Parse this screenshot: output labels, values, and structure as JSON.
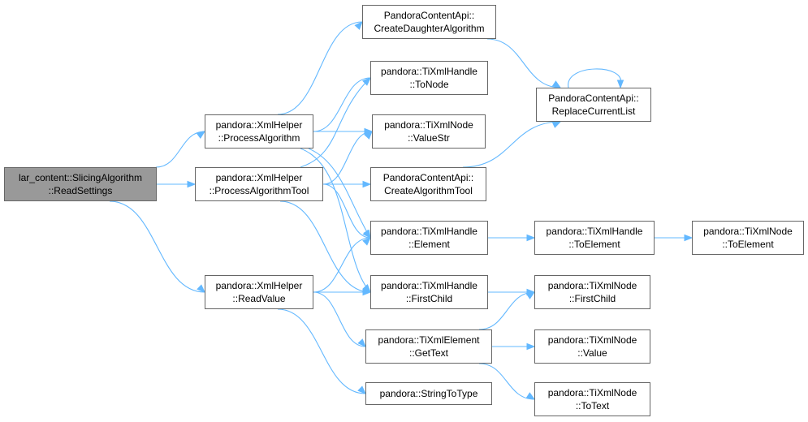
{
  "diagram": {
    "edge_color": "#63b8ff",
    "root_fill": "#999999",
    "node_border": "#666666",
    "nodes": [
      {
        "id": "slicing",
        "lines": [
          "lar_content::SlicingAlgorithm",
          "::ReadSettings"
        ],
        "root": true
      },
      {
        "id": "procalg",
        "lines": [
          "pandora::XmlHelper",
          "::ProcessAlgorithm"
        ]
      },
      {
        "id": "procalgtool",
        "lines": [
          "pandora::XmlHelper",
          "::ProcessAlgorithmTool"
        ]
      },
      {
        "id": "readvalue",
        "lines": [
          "pandora::XmlHelper",
          "::ReadValue"
        ]
      },
      {
        "id": "createdaughter",
        "lines": [
          "PandoraContentApi::",
          "CreateDaughterAlgorithm"
        ]
      },
      {
        "id": "tonode",
        "lines": [
          "pandora::TiXmlHandle",
          "::ToNode"
        ]
      },
      {
        "id": "valuestr",
        "lines": [
          "pandora::TiXmlNode",
          "::ValueStr"
        ]
      },
      {
        "id": "createalgtool",
        "lines": [
          "PandoraContentApi::",
          "CreateAlgorithmTool"
        ]
      },
      {
        "id": "element",
        "lines": [
          "pandora::TiXmlHandle",
          "::Element"
        ]
      },
      {
        "id": "firstchild",
        "lines": [
          "pandora::TiXmlHandle",
          "::FirstChild"
        ]
      },
      {
        "id": "gettext",
        "lines": [
          "pandora::TiXmlElement",
          "::GetText"
        ]
      },
      {
        "id": "stringtotype",
        "lines": [
          "pandora::StringToType"
        ]
      },
      {
        "id": "replacelist",
        "lines": [
          "PandoraContentApi::",
          "ReplaceCurrentList"
        ]
      },
      {
        "id": "handletoelement",
        "lines": [
          "pandora::TiXmlHandle",
          "::ToElement"
        ]
      },
      {
        "id": "nodetoelement",
        "lines": [
          "pandora::TiXmlNode",
          "::ToElement"
        ]
      },
      {
        "id": "nodefirstchild",
        "lines": [
          "pandora::TiXmlNode",
          "::FirstChild"
        ]
      },
      {
        "id": "nodevalue",
        "lines": [
          "pandora::TiXmlNode",
          "::Value"
        ]
      },
      {
        "id": "nodetotext",
        "lines": [
          "pandora::TiXmlNode",
          "::ToText"
        ]
      }
    ],
    "edges": [
      [
        "slicing",
        "procalg"
      ],
      [
        "slicing",
        "procalgtool"
      ],
      [
        "slicing",
        "readvalue"
      ],
      [
        "procalg",
        "createdaughter"
      ],
      [
        "procalg",
        "tonode"
      ],
      [
        "procalg",
        "valuestr"
      ],
      [
        "procalg",
        "element"
      ],
      [
        "procalg",
        "firstchild"
      ],
      [
        "procalgtool",
        "tonode"
      ],
      [
        "procalgtool",
        "valuestr"
      ],
      [
        "procalgtool",
        "createalgtool"
      ],
      [
        "procalgtool",
        "element"
      ],
      [
        "procalgtool",
        "firstchild"
      ],
      [
        "readvalue",
        "element"
      ],
      [
        "readvalue",
        "firstchild"
      ],
      [
        "readvalue",
        "gettext"
      ],
      [
        "readvalue",
        "stringtotype"
      ],
      [
        "createdaughter",
        "replacelist"
      ],
      [
        "createalgtool",
        "replacelist"
      ],
      [
        "replacelist",
        "replacelist"
      ],
      [
        "element",
        "handletoelement"
      ],
      [
        "handletoelement",
        "nodetoelement"
      ],
      [
        "firstchild",
        "nodefirstchild"
      ],
      [
        "gettext",
        "nodefirstchild"
      ],
      [
        "gettext",
        "nodevalue"
      ],
      [
        "gettext",
        "nodetotext"
      ]
    ]
  }
}
